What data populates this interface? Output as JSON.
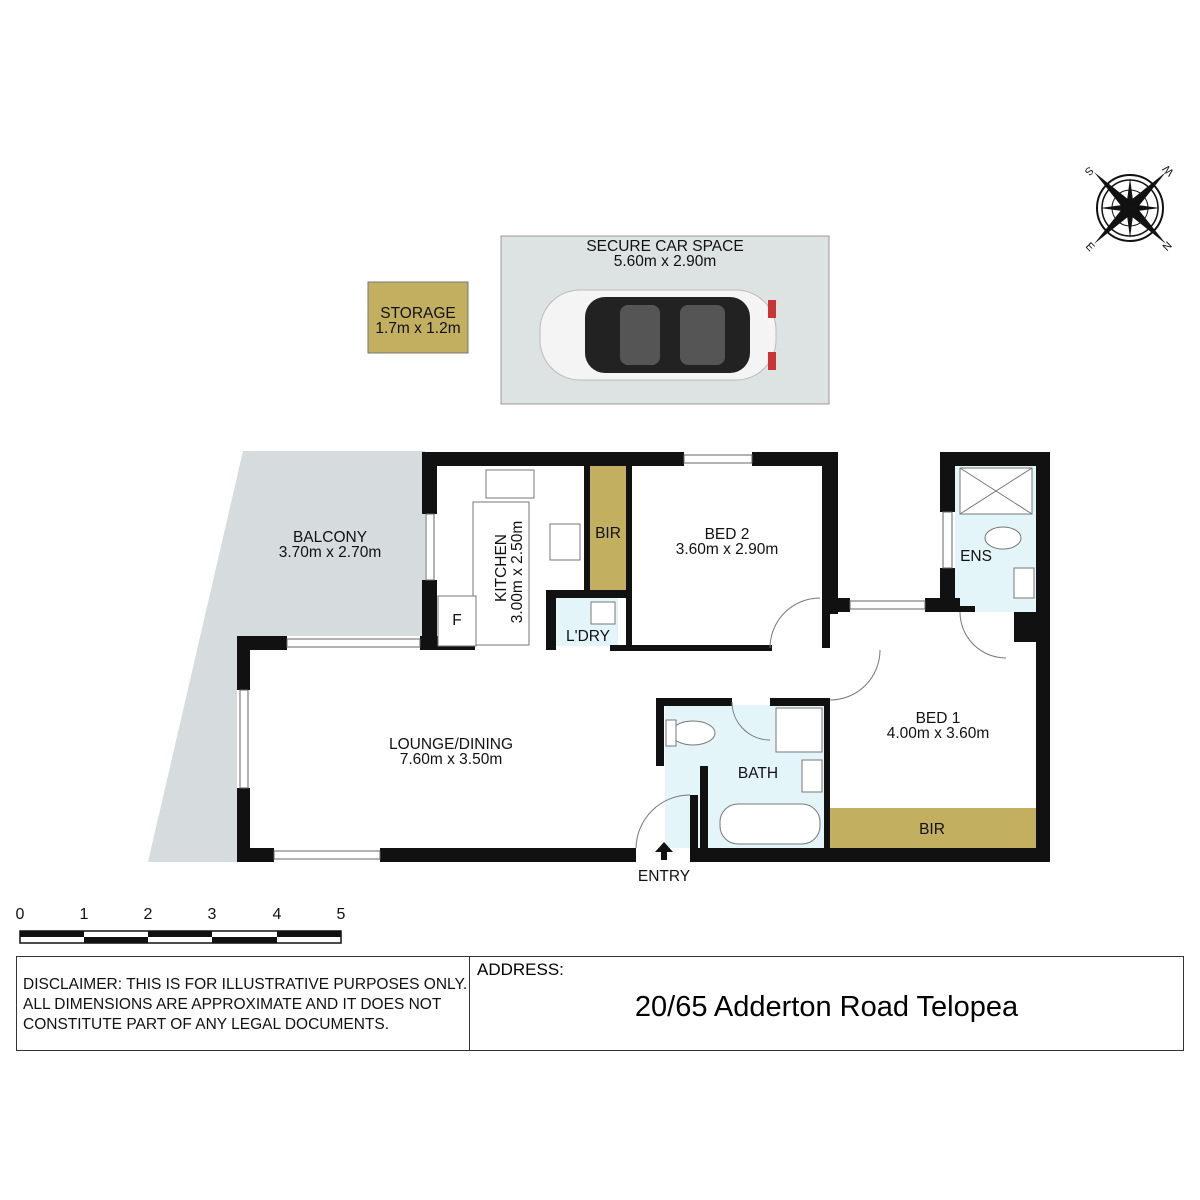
{
  "compass": {
    "icon": "compass-rose-icon",
    "labels": [
      "S",
      "W",
      "E",
      "N"
    ]
  },
  "car_space": {
    "title": "SECURE CAR SPACE",
    "size": "5.60m x 2.90m"
  },
  "storage": {
    "title": "STORAGE",
    "size": "1.7m x 1.2m"
  },
  "rooms": {
    "balcony": {
      "title": "BALCONY",
      "size": "3.70m x 2.70m"
    },
    "kitchen": {
      "title": "KITCHEN",
      "size": "3.00m x 2.50m"
    },
    "fridge": "F",
    "bir_bed2": "BIR",
    "laundry": "L'DRY",
    "bed2": {
      "title": "BED 2",
      "size": "3.60m x 2.90m"
    },
    "ensuite": "ENS",
    "lounge": {
      "title": "LOUNGE/DINING",
      "size": "7.60m x 3.50m"
    },
    "bath": "BATH",
    "bed1": {
      "title": "BED 1",
      "size": "4.00m x 3.60m"
    },
    "bir_bed1": "BIR",
    "entry": "ENTRY"
  },
  "scale": {
    "ticks": [
      "0",
      "1",
      "2",
      "3",
      "4",
      "5"
    ]
  },
  "colors": {
    "wall": "#111111",
    "balcony": "#d6dcdd",
    "joinery": "#c2b060",
    "wet": "#e4f5fa",
    "car": "#dde2e3"
  },
  "disclaimer": [
    "DISCLAIMER: THIS IS FOR ILLUSTRATIVE PURPOSES ONLY.",
    "ALL DIMENSIONS ARE APPROXIMATE AND IT DOES NOT",
    "CONSTITUTE PART OF ANY LEGAL DOCUMENTS."
  ],
  "address": {
    "label": "ADDRESS:",
    "value": "20/65 Adderton Road Telopea"
  }
}
